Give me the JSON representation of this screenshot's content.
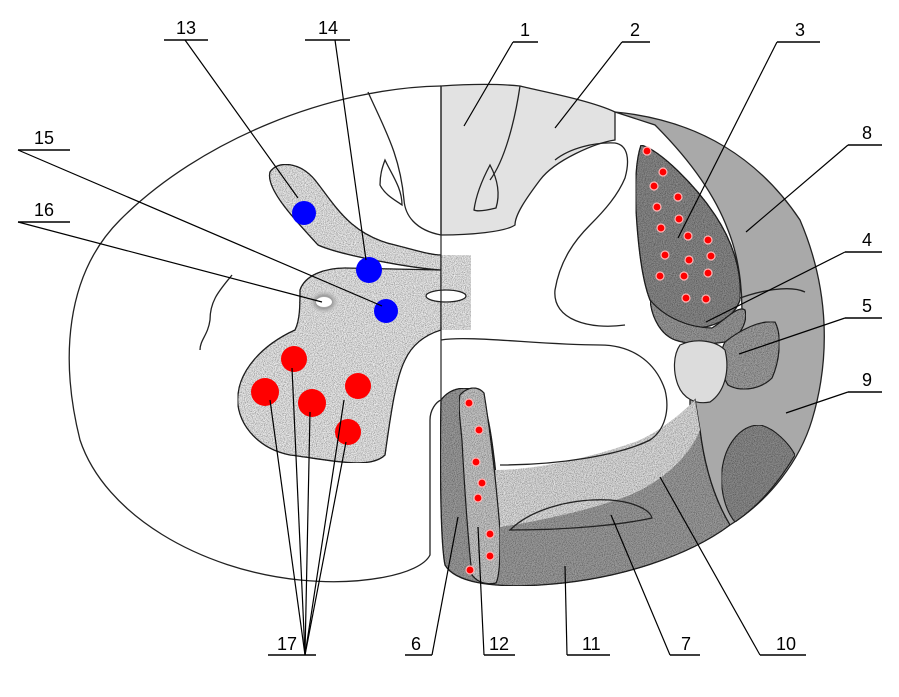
{
  "labels": {
    "l1": "1",
    "l2": "2",
    "l3": "3",
    "l4": "4",
    "l5": "5",
    "l6": "6",
    "l7": "7",
    "l8": "8",
    "l9": "9",
    "l10": "10",
    "l11": "11",
    "l12": "12",
    "l13": "13",
    "l14": "14",
    "l15": "15",
    "l16": "16",
    "l17": "17"
  },
  "colors": {
    "motor_nuclei": "#ff0000",
    "autonomic_nuclei": "#0000ff",
    "tract_cells": "#ff0000",
    "light_grey": "#e4e4e4",
    "mid_grey": "#a8a8a8",
    "background": "#ffffff"
  }
}
